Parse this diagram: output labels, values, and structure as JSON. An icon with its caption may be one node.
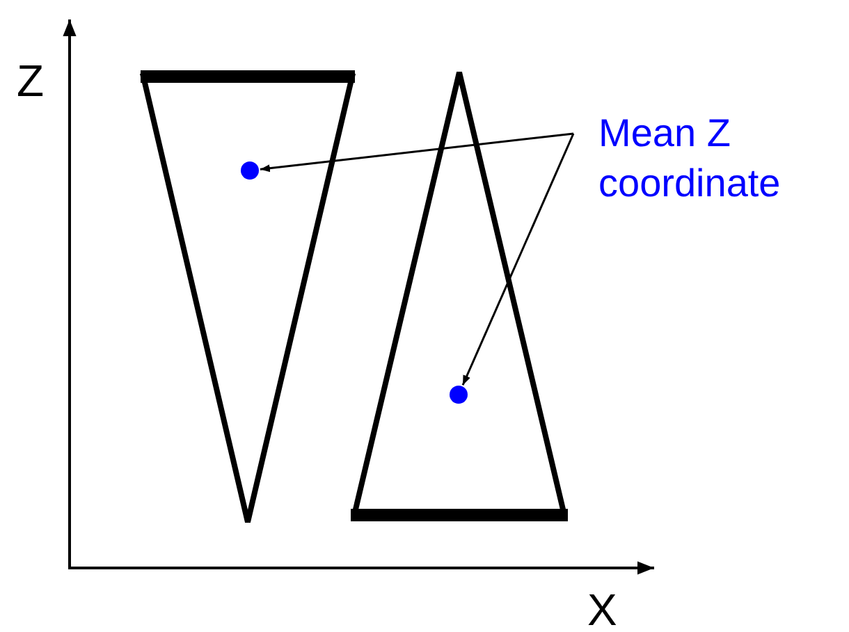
{
  "diagram": {
    "nodes": [
      {
        "text": [
          "Mean Z coordinate"
        ]
      },
      {
        "text": [],
        "shape": "circle"
      },
      {
        "text": [],
        "shape": "circle"
      }
    ],
    "edges": [
      {
        "from": 0,
        "to": 1,
        "arrow": "to"
      },
      {
        "from": 0,
        "to": 2,
        "arrow": "to"
      }
    ],
    "labels": [
      "Z",
      "X"
    ]
  }
}
